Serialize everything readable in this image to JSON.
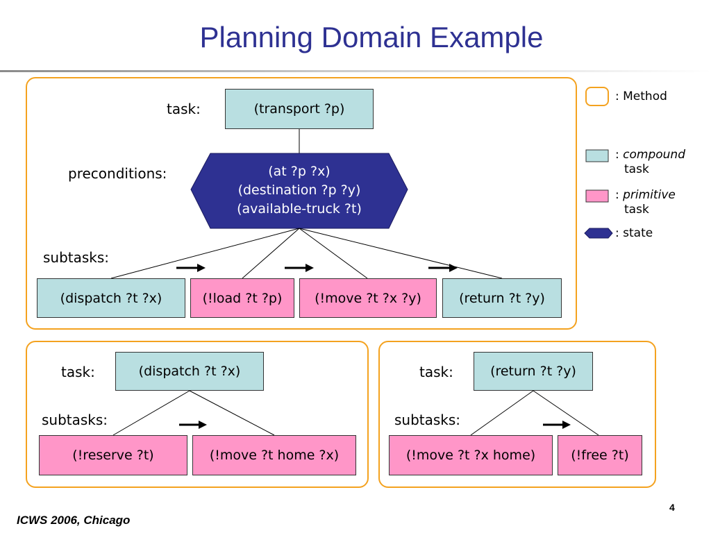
{
  "title": "Planning Domain Example",
  "labels": {
    "task": "task:",
    "preconditions": "preconditions:",
    "subtasks": "subtasks:"
  },
  "method_transport": {
    "task": "(transport ?p)",
    "preconditions": [
      "(at ?p ?x)",
      "(destination ?p ?y)",
      "(available-truck ?t)"
    ],
    "subtasks": [
      "(dispatch ?t ?x)",
      "(!load ?t ?p)",
      "(!move ?t ?x ?y)",
      "(return ?t ?y)"
    ]
  },
  "method_dispatch": {
    "task": "(dispatch ?t ?x)",
    "subtasks": [
      "(!reserve ?t)",
      "(!move ?t home ?x)"
    ]
  },
  "method_return": {
    "task": "(return ?t ?y)",
    "subtasks": [
      "(!move ?t ?x home)",
      "(!free ?t)"
    ]
  },
  "legend": {
    "method": ": Method",
    "colon": ":",
    "compound_word": "compound",
    "primitive_word": "primitive",
    "task_word": "task",
    "state": ": state"
  },
  "colors": {
    "method_border": "#f4a21f",
    "compound": "#b9dfe1",
    "primitive": "#ff96c8",
    "state": "#2e3192",
    "title": "#2e3192"
  },
  "footer": "ICWS 2006, Chicago",
  "page_number": "4"
}
